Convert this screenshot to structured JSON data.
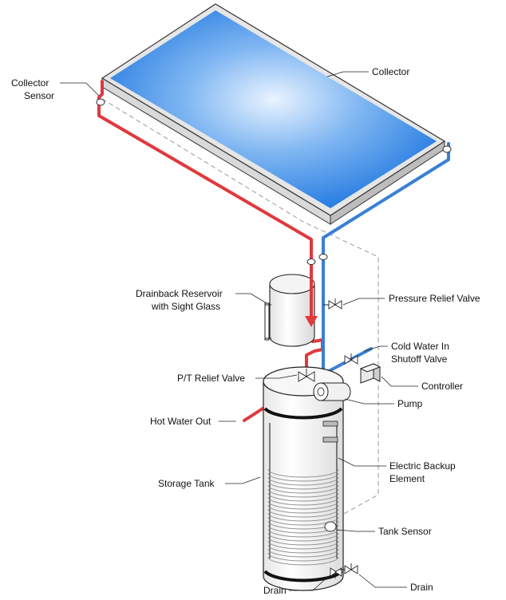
{
  "labels": {
    "collector": "Collector",
    "collector_sensor_l1": "Collector",
    "collector_sensor_l2": "Sensor",
    "drainback_l1": "Drainback Reservoir",
    "drainback_l2": "with Sight Glass",
    "pressure_relief": "Pressure Relief Valve",
    "cold_water_l1": "Cold Water In",
    "cold_water_l2": "Shutoff Valve",
    "pt_relief": "P/T Relief Valve",
    "controller": "Controller",
    "hot_water_out": "Hot Water Out",
    "pump": "Pump",
    "storage_tank": "Storage Tank",
    "electric_backup_l1": "Electric Backup",
    "electric_backup_l2": "Element",
    "tank_sensor": "Tank Sensor",
    "drain_left": "Drain",
    "drain_right": "Drain"
  },
  "colors": {
    "hot_pipe": "#e0393e",
    "cold_pipe": "#3a7fd5",
    "collector_glass": "#2f86e6"
  }
}
